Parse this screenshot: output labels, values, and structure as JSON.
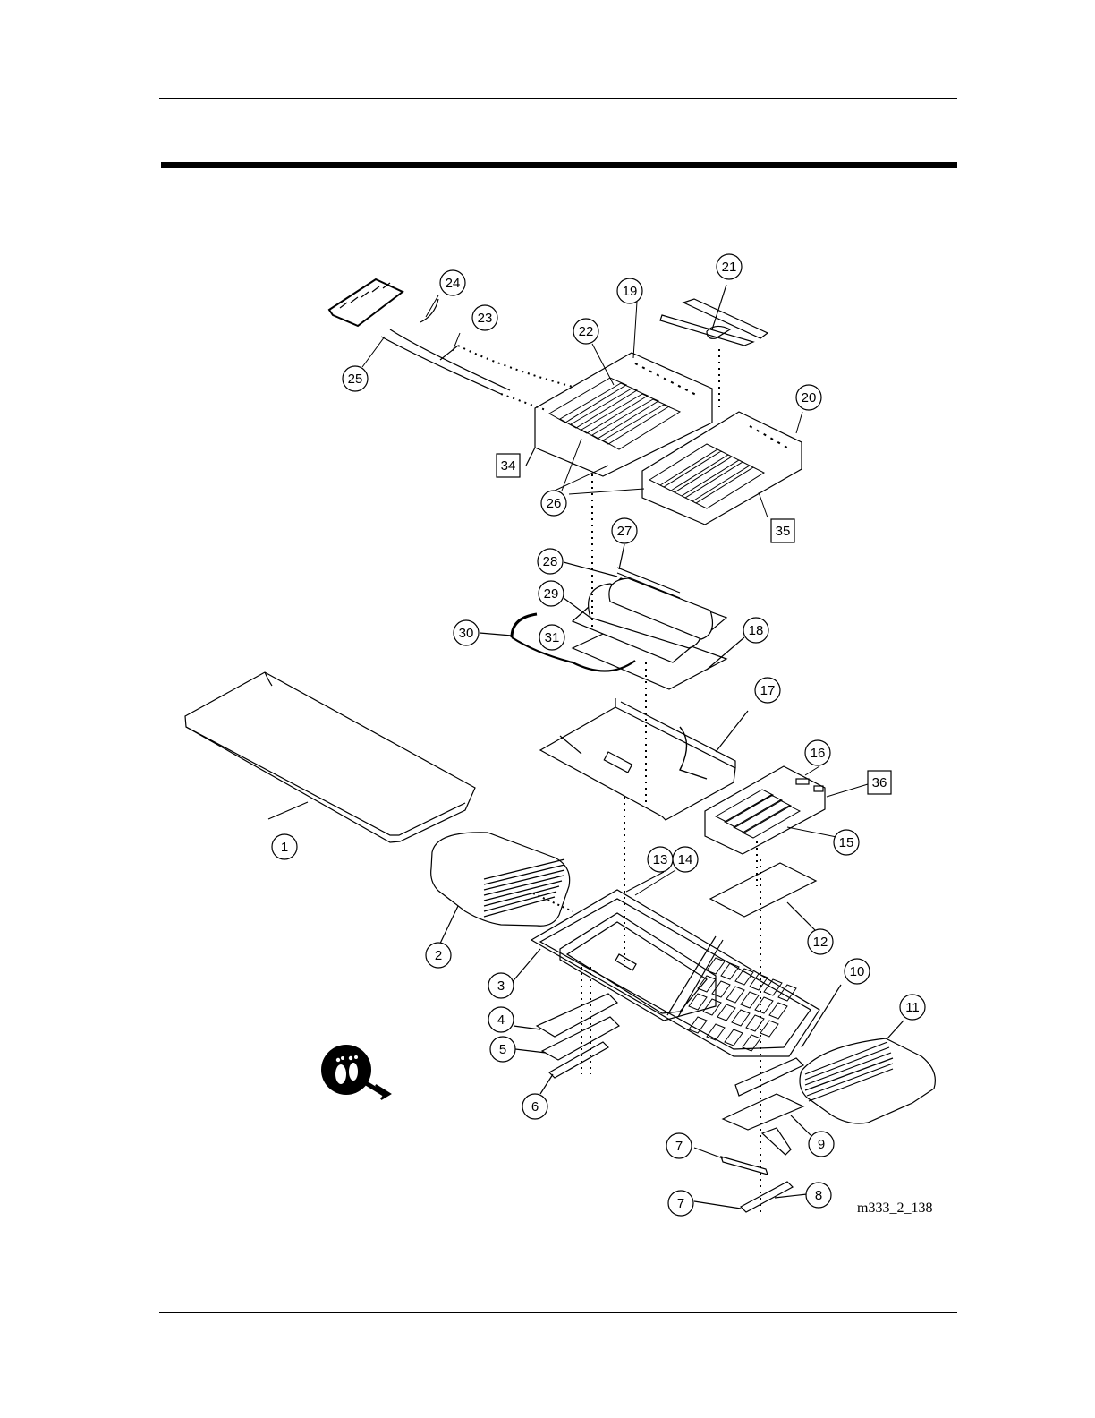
{
  "figure": {
    "id_label": "m333_2_138",
    "callouts": [
      "1",
      "2",
      "3",
      "4",
      "5",
      "6",
      "7",
      "7",
      "8",
      "9",
      "10",
      "11",
      "12",
      "13",
      "14",
      "15",
      "16",
      "17",
      "18",
      "19",
      "20",
      "21",
      "22",
      "23",
      "24",
      "25",
      "26",
      "27",
      "28",
      "29",
      "30",
      "31"
    ],
    "boxed_callouts": [
      "34",
      "35",
      "36"
    ],
    "icons": [
      "foot-direction-icon"
    ]
  }
}
